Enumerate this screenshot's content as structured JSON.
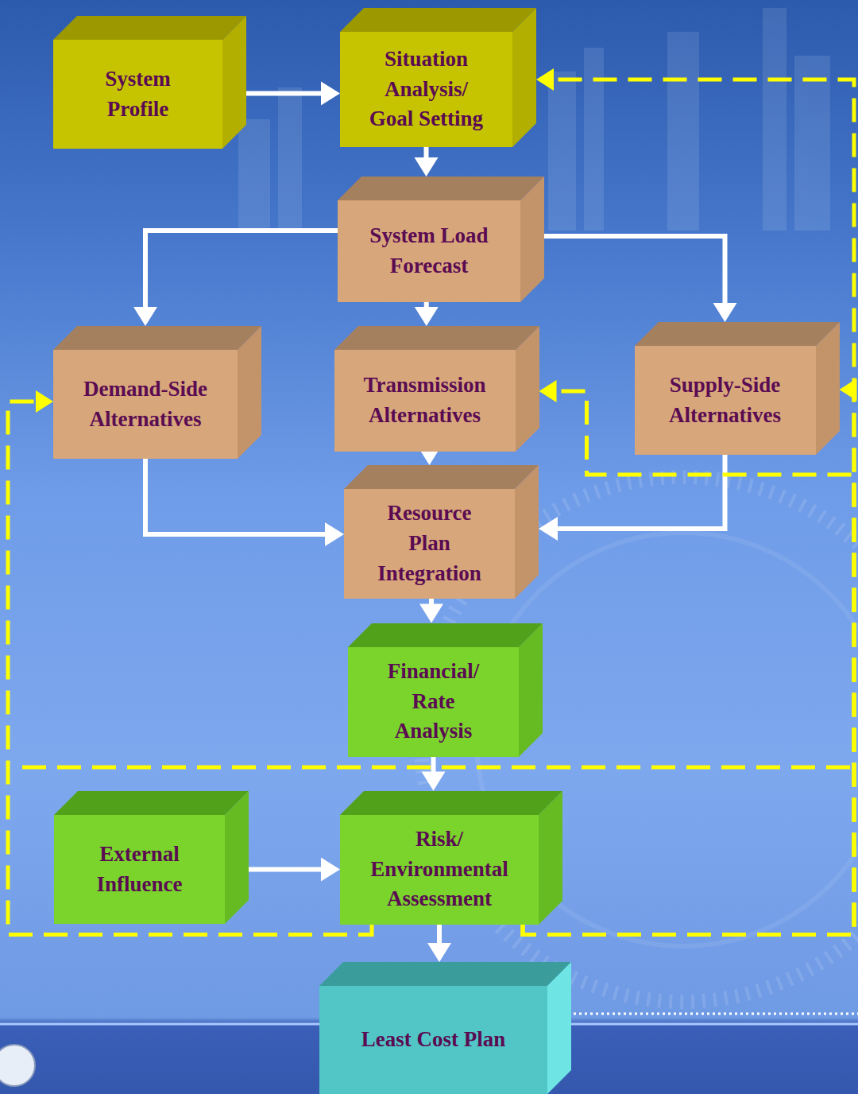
{
  "diagram": {
    "nodes": [
      {
        "text": [
          "System Profile"
        ]
      },
      {
        "text": [
          "Situation Analysis/ Goal Setting"
        ]
      },
      {
        "text": [
          "System Load Forecast"
        ]
      },
      {
        "text": [
          "Demand-Side Alternatives"
        ]
      },
      {
        "text": [
          "Transmission Alternatives"
        ]
      },
      {
        "text": [
          "Supply-Side Alternatives"
        ]
      },
      {
        "text": [
          "Resource Plan Integration"
        ]
      },
      {
        "text": [
          "Financial/ Rate Analysis"
        ]
      },
      {
        "text": [
          "External Influence"
        ]
      },
      {
        "text": [
          "Risk/ Environmental Assessment"
        ]
      },
      {
        "text": [
          "Least Cost Plan"
        ]
      }
    ],
    "edges": [
      {
        "from": 0,
        "to": 1,
        "arrow": "to"
      },
      {
        "from": 1,
        "to": 2,
        "arrow": "to"
      },
      {
        "from": 2,
        "to": 3,
        "arrow": "to"
      },
      {
        "from": 2,
        "to": 4,
        "arrow": "to"
      },
      {
        "from": 2,
        "to": 5,
        "arrow": "to"
      },
      {
        "from": 3,
        "to": 6,
        "arrow": "to"
      },
      {
        "from": 4,
        "to": 6,
        "arrow": "to"
      },
      {
        "from": 5,
        "to": 6,
        "arrow": "to"
      },
      {
        "from": 6,
        "to": 7,
        "arrow": "to"
      },
      {
        "from": 7,
        "to": 9,
        "arrow": "to"
      },
      {
        "from": 8,
        "to": 9,
        "arrow": "to"
      },
      {
        "from": 9,
        "to": 10,
        "arrow": "to"
      },
      {
        "from": 9,
        "to": 1,
        "arrow": "to"
      },
      {
        "from": 9,
        "to": 5,
        "arrow": "to"
      },
      {
        "from": 9,
        "to": 4,
        "arrow": "to"
      },
      {
        "from": 9,
        "to": 3,
        "arrow": "to"
      }
    ]
  }
}
